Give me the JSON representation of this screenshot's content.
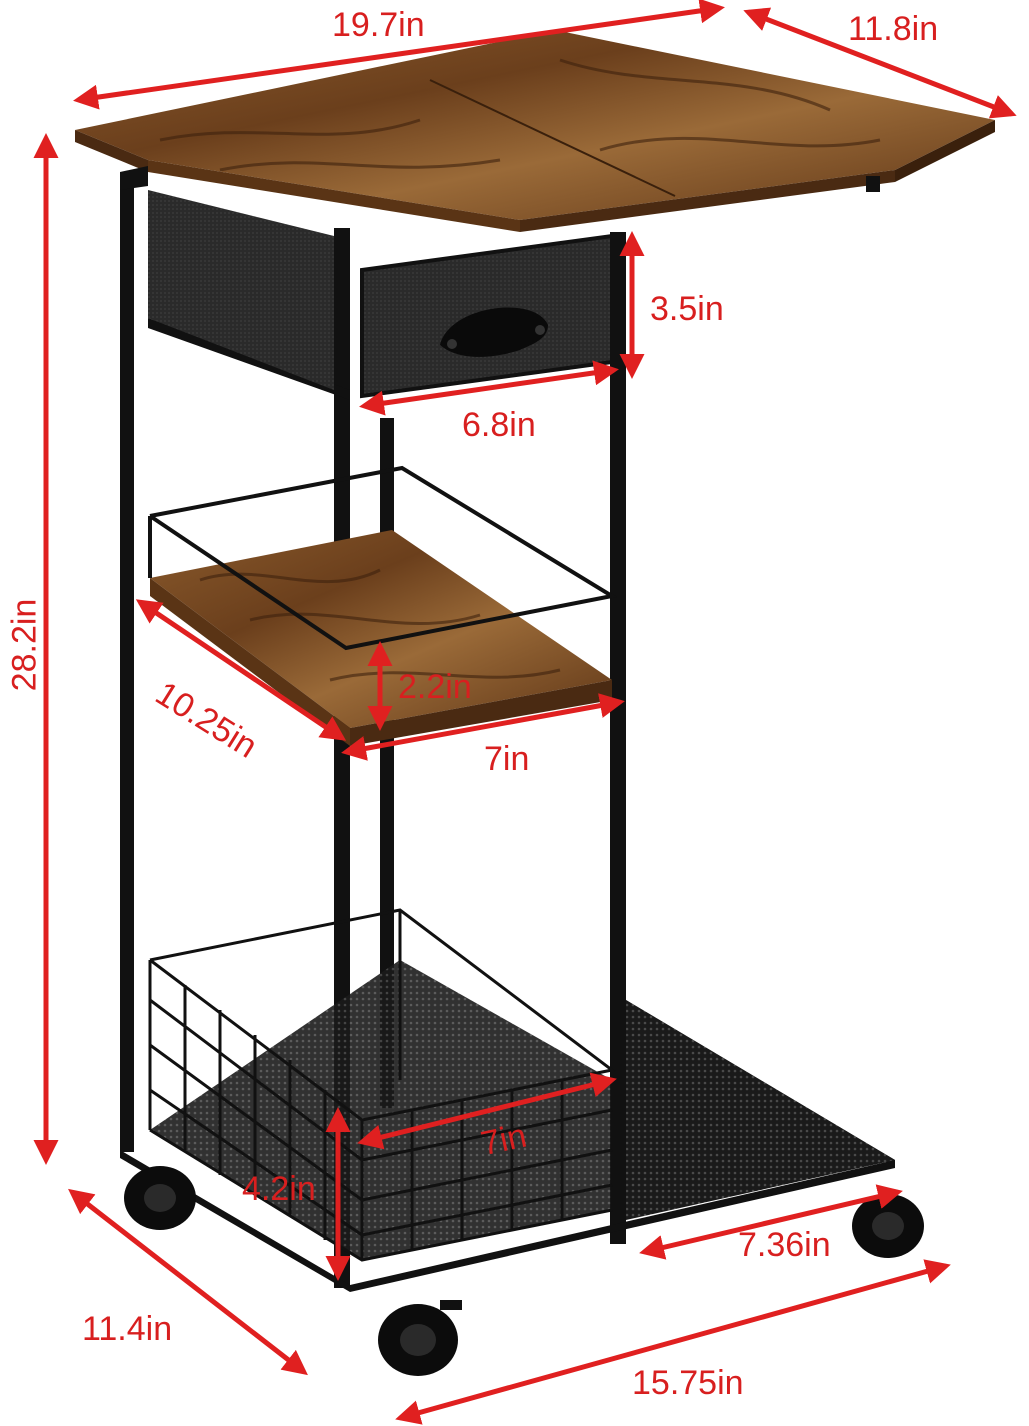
{
  "product": "C-shaped side table with drawer, shelf and wire basket on casters",
  "colors": {
    "dimension": "#e02020",
    "frame": "#111111",
    "wood": "#7a4a22",
    "wood_dark": "#4a2a12",
    "fabric": "#2a2a2a"
  },
  "dimensions": {
    "top_width": "19.7in",
    "top_depth": "11.8in",
    "total_height": "28.2in",
    "drawer_height": "3.5in",
    "drawer_width": "6.8in",
    "shelf_depth": "10.25in",
    "shelf_gap": "2.2in",
    "shelf_width": "7in",
    "basket_width": "7in",
    "basket_height": "4.2in",
    "base_depth_inner": "7.36in",
    "base_depth": "11.4in",
    "base_width": "15.75in"
  }
}
